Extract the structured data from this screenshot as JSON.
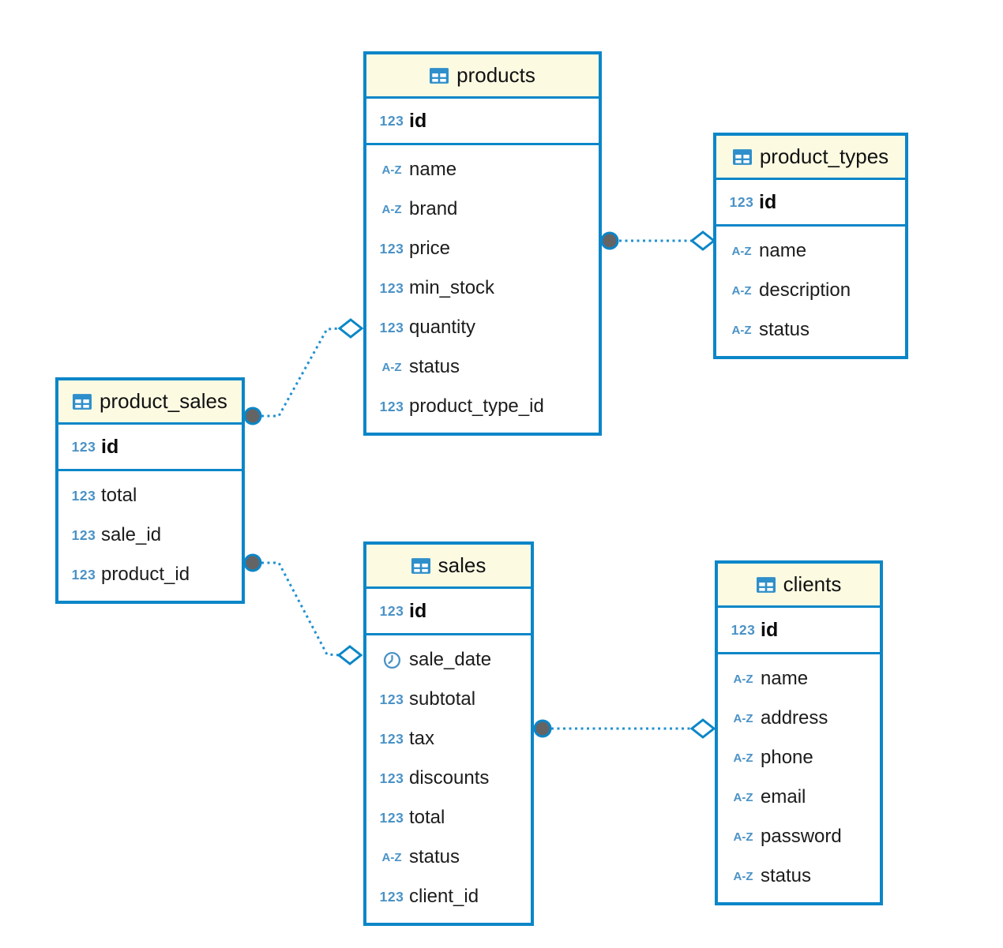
{
  "diagram": {
    "title": "entity-relationship-diagram",
    "colors": {
      "table_border": "#0b86c8",
      "header_fill": "#fcfbe2",
      "type_label_blue": "#4a92c6",
      "connector_blue": "#2191d1",
      "connector_circle_gray": "#646464",
      "field_text": "#1c1c1c"
    },
    "type_glyphs": {
      "123": "123",
      "A-Z": "A-Z"
    },
    "tables": [
      {
        "title": "products",
        "key": {
          "type": "123",
          "label": "id"
        },
        "fields": [
          {
            "type": "A-Z",
            "label": "name"
          },
          {
            "type": "A-Z",
            "label": "brand"
          },
          {
            "type": "123",
            "label": "price"
          },
          {
            "type": "123",
            "label": "min_stock"
          },
          {
            "type": "123",
            "label": "quantity"
          },
          {
            "type": "A-Z",
            "label": "status"
          },
          {
            "type": "123",
            "label": "product_type_id"
          }
        ]
      },
      {
        "title": "product_types",
        "key": {
          "type": "123",
          "label": "id"
        },
        "fields": [
          {
            "type": "A-Z",
            "label": "name"
          },
          {
            "type": "A-Z",
            "label": "description"
          },
          {
            "type": "A-Z",
            "label": "status"
          }
        ]
      },
      {
        "title": "product_sales",
        "key": {
          "type": "123",
          "label": "id"
        },
        "fields": [
          {
            "type": "123",
            "label": "total"
          },
          {
            "type": "123",
            "label": "sale_id"
          },
          {
            "type": "123",
            "label": "product_id"
          }
        ]
      },
      {
        "title": "sales",
        "key": {
          "type": "123",
          "label": "id"
        },
        "fields": [
          {
            "type": "datetime",
            "label": "sale_date"
          },
          {
            "type": "123",
            "label": "subtotal"
          },
          {
            "type": "123",
            "label": "tax"
          },
          {
            "type": "123",
            "label": "discounts"
          },
          {
            "type": "123",
            "label": "total"
          },
          {
            "type": "A-Z",
            "label": "status"
          },
          {
            "type": "123",
            "label": "client_id"
          }
        ]
      },
      {
        "title": "clients",
        "key": {
          "type": "123",
          "label": "id"
        },
        "fields": [
          {
            "type": "A-Z",
            "label": "name"
          },
          {
            "type": "A-Z",
            "label": "address"
          },
          {
            "type": "A-Z",
            "label": "phone"
          },
          {
            "type": "A-Z",
            "label": "email"
          },
          {
            "type": "A-Z",
            "label": "password"
          },
          {
            "type": "A-Z",
            "label": "status"
          }
        ]
      }
    ],
    "relationships": [
      {
        "source": "products",
        "target": "product_types"
      },
      {
        "source": "product_sales",
        "target": "products"
      },
      {
        "source": "product_sales",
        "target": "sales"
      },
      {
        "source": "sales",
        "target": "clients"
      }
    ]
  }
}
